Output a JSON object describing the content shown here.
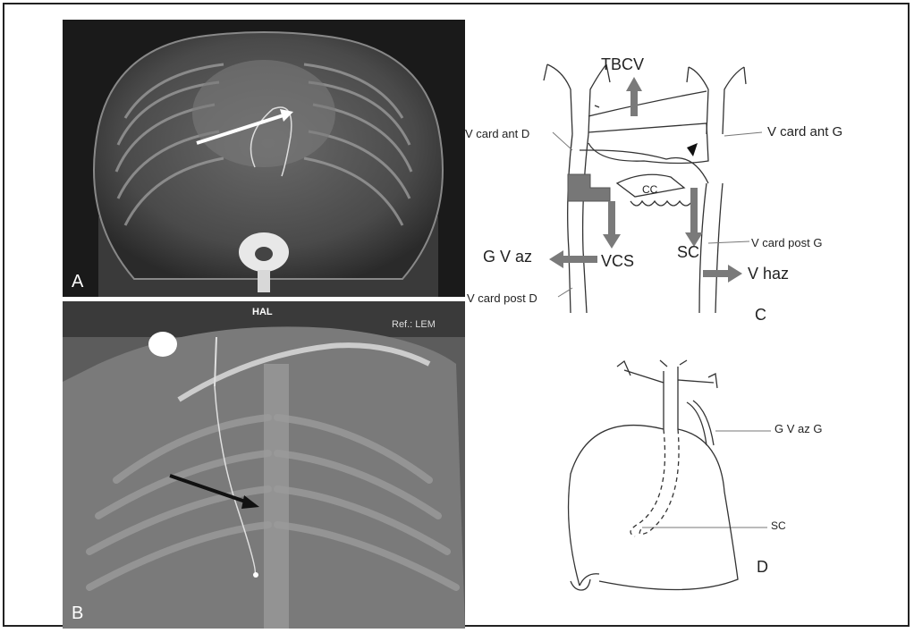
{
  "panel_a": {
    "letter": "A"
  },
  "panel_b": {
    "letter": "B",
    "header": "HAL",
    "ref": "Ref.: LEM"
  },
  "diagram_c": {
    "letter": "C",
    "labels": {
      "tbcv": "TBCV",
      "v_card_ant_d": "V card ant D",
      "v_card_ant_g": "V card ant G",
      "cc": "CC",
      "g_v_az": "G V az",
      "vcs": "VCS",
      "sc": "SC",
      "v_card_post_g": "V card post G",
      "v_haz": "V haz",
      "v_card_post_d": "V card post D"
    }
  },
  "diagram_d": {
    "letter": "D",
    "labels": {
      "g_v_az_g": "G V az G",
      "sc": "SC"
    }
  }
}
